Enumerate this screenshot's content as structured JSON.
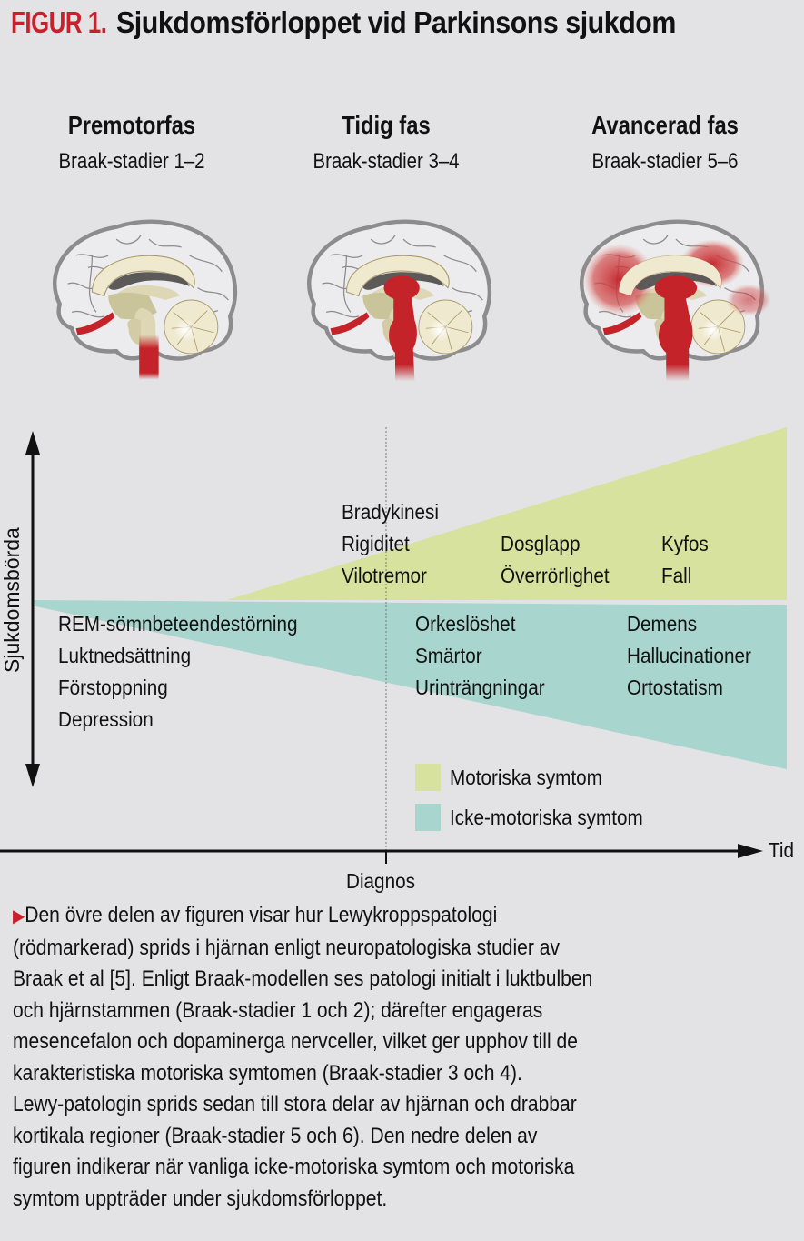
{
  "title": {
    "prefix": "FIGUR 1.",
    "text": "Sjukdomsförloppet vid Parkinsons sjukdom"
  },
  "colors": {
    "accent_red": "#c8202c",
    "motor_green": "#d7e29e",
    "nonmotor_teal": "#a8d5cd",
    "background": "#e3e3e5"
  },
  "phases": [
    {
      "title": "Premotorfas",
      "subtitle": "Braak-stadier 1–2",
      "brain_icon": "brain-stage-1-2"
    },
    {
      "title": "Tidig fas",
      "subtitle": "Braak-stadier 3–4",
      "brain_icon": "brain-stage-3-4"
    },
    {
      "title": "Avancerad fas",
      "subtitle": "Braak-stadier 5–6",
      "brain_icon": "brain-stage-5-6"
    }
  ],
  "chart": {
    "y_axis_label": "Sjukdomsbörda",
    "x_axis_label": "Tid",
    "marker_label": "Diagnos",
    "motor_symptoms": {
      "group1": [
        "Bradykinesi",
        "Rigiditet",
        "Vilotremor"
      ],
      "group2": [
        "Dosglapp",
        "Överrörlighet"
      ],
      "group3": [
        "Kyfos",
        "Fall"
      ]
    },
    "nonmotor_symptoms": {
      "group1": [
        "REM-sömnbeteendestörning",
        "Luktnedsättning",
        "Förstoppning",
        "Depression"
      ],
      "group2": [
        "Orkeslöshet",
        "Smärtor",
        "Urinträngningar"
      ],
      "group3": [
        "Demens",
        "Hallucinationer",
        "Ortostatism"
      ]
    },
    "legend": [
      {
        "label": "Motoriska symtom",
        "color": "#d7e29e"
      },
      {
        "label": "Icke-motoriska symtom",
        "color": "#a8d5cd"
      }
    ]
  },
  "caption": {
    "lines": [
      "Den övre delen av figuren visar hur Lewykroppspatologi",
      "(rödmarkerad) sprids i hjärnan enligt neuropatologiska studier av",
      "Braak et al [5]. Enligt Braak-modellen ses patologi initialt i luktbulben",
      "och hjärnstammen (Braak-stadier 1 och 2); därefter engageras",
      "mesencefalon och dopaminerga nervceller, vilket ger upphov till de",
      "karakteristiska motoriska symtomen (Braak-stadier 3 och 4).",
      "Lewy-patologin sprids sedan till stora delar av hjärnan och drabbar",
      "kortikala regioner (Braak-stadier 5 och 6). Den nedre delen av",
      "figuren indikerar när vanliga icke-motoriska symtom och motoriska",
      "symtom uppträder under sjukdomsförloppet."
    ]
  }
}
